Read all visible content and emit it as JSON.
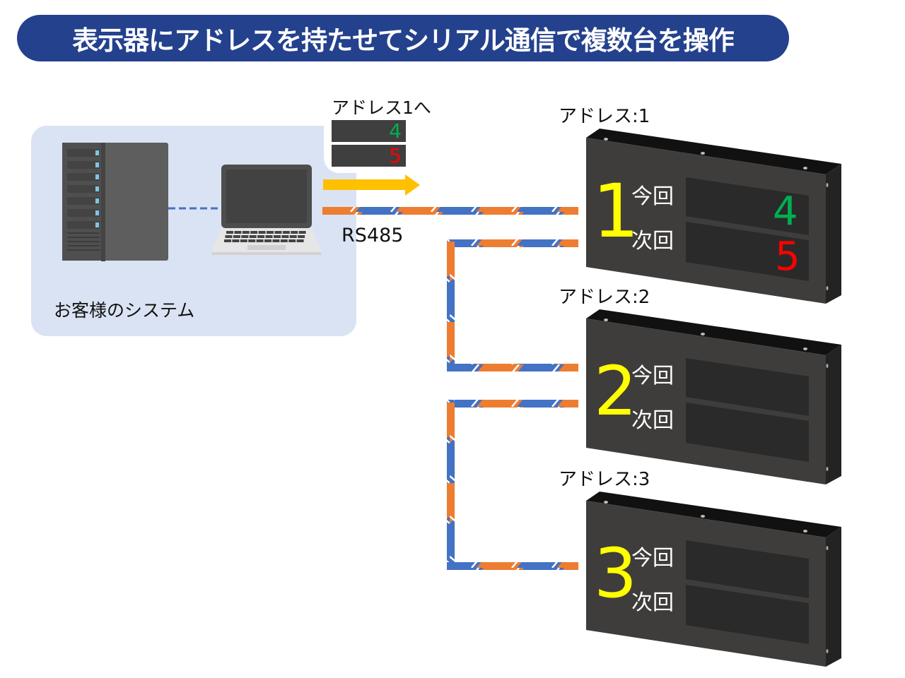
{
  "title": "表示器にアドレスを持たせてシリアル通信で複数台を操作",
  "customer_system": {
    "label": "お客様のシステム",
    "devices": [
      "server-icon",
      "laptop-icon"
    ],
    "link": "dashed-line"
  },
  "packet": {
    "title": "アドレス1へ",
    "current_value": "4",
    "next_value": "5",
    "current_color": "#00b050",
    "next_color": "#ff0000"
  },
  "cable": {
    "label": "RS485",
    "colors": [
      "#ed7d31",
      "#4472c4"
    ]
  },
  "arrow_color": "#ffc000",
  "displays": [
    {
      "address_label": "アドレス:1",
      "number": "1",
      "current_label": "今回",
      "next_label": "次回",
      "current_value": "4",
      "next_value": "5"
    },
    {
      "address_label": "アドレス:2",
      "number": "2",
      "current_label": "今回",
      "next_label": "次回",
      "current_value": "",
      "next_value": ""
    },
    {
      "address_label": "アドレス:3",
      "number": "3",
      "current_label": "今回",
      "next_label": "次回",
      "current_value": "",
      "next_value": ""
    }
  ],
  "colors": {
    "title_bg": "#24418d",
    "system_bg": "#dae3f3",
    "display_number": "#ffff00"
  }
}
